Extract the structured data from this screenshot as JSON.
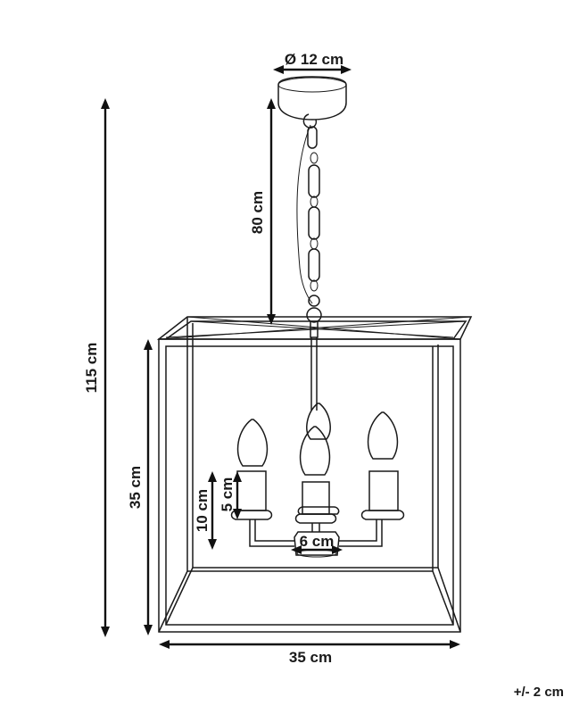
{
  "dimensions": {
    "canopy_diameter": "Ø 12 cm",
    "chain_length": "80 cm",
    "total_height": "115 cm",
    "cage_height": "35 cm",
    "cage_width": "35 cm",
    "candle_height": "5 cm",
    "arm_height": "10 cm",
    "hub_width": "6 cm"
  },
  "tolerance": "+/- 2 cm"
}
